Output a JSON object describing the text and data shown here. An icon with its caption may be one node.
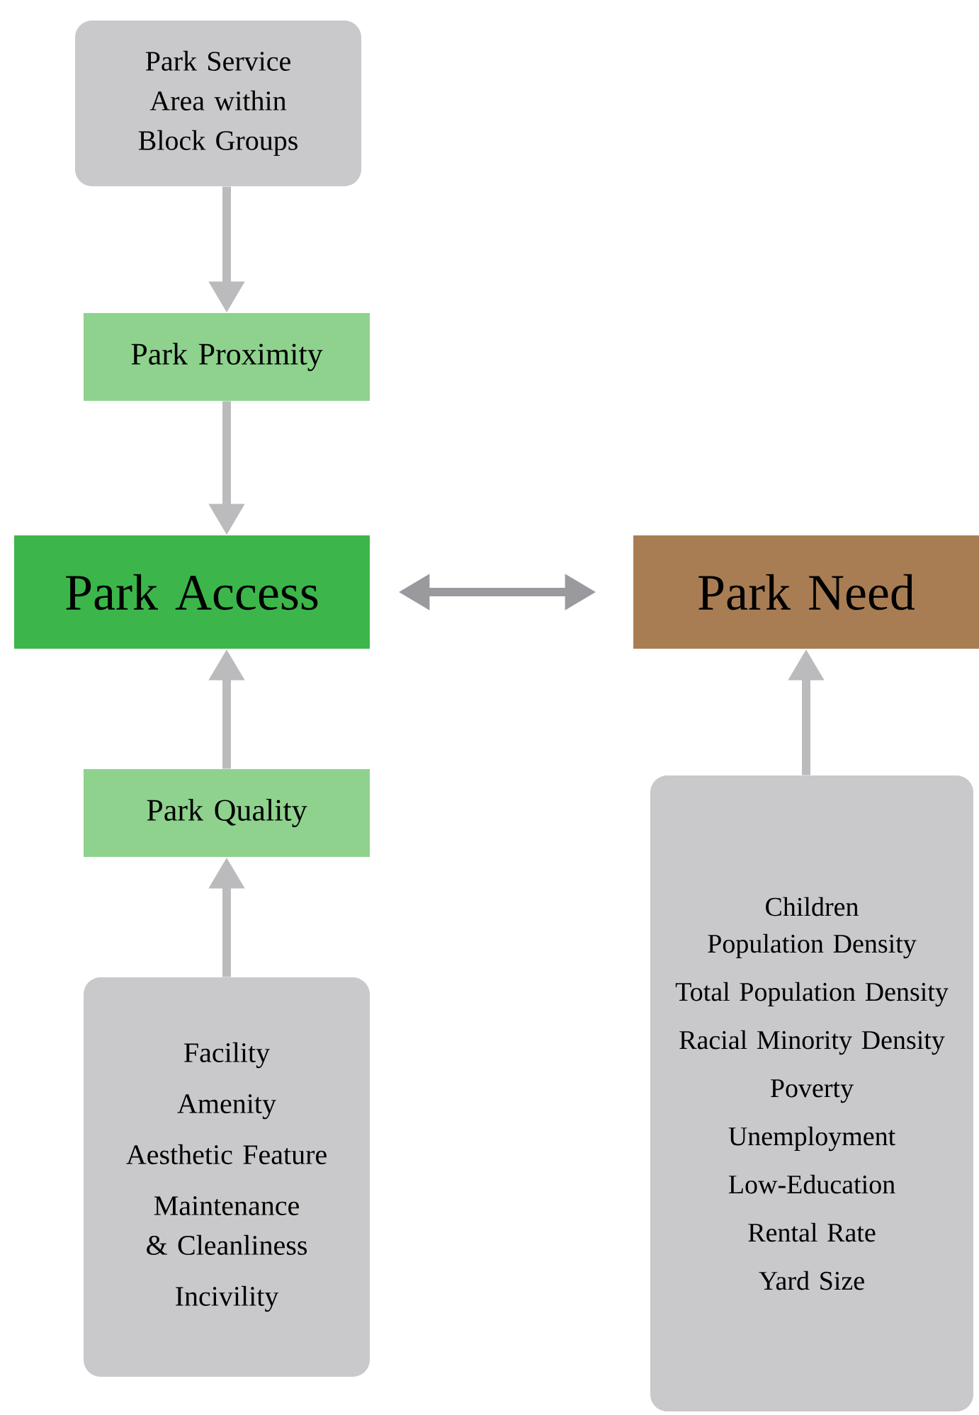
{
  "diagram": {
    "nodes": [
      {
        "text": [
          "Park Service Area within Block Groups"
        ]
      },
      {
        "text": [
          "Park Proximity"
        ]
      },
      {
        "text": [
          "Park Access"
        ]
      },
      {
        "text": [
          "Park Need"
        ]
      },
      {
        "text": [
          "Park Quality"
        ]
      },
      {
        "text": [
          "Facility",
          "Amenity",
          "Aesthetic Feature",
          "Maintenance & Cleanliness",
          "Incivility"
        ]
      },
      {
        "text": [
          "Children Population Density",
          "Total Population Density",
          "Racial Minority Density",
          "Poverty",
          "Unemployment",
          "Low-Education",
          "Rental Rate",
          "Yard Size"
        ]
      }
    ],
    "edges": [
      {
        "from": 0,
        "to": 1,
        "arrow": "to"
      },
      {
        "from": 1,
        "to": 2,
        "arrow": "to"
      },
      {
        "from": 2,
        "to": 3,
        "arrow": "both"
      },
      {
        "from": 4,
        "to": 2,
        "arrow": "to"
      },
      {
        "from": 5,
        "to": 4,
        "arrow": "to"
      },
      {
        "from": 6,
        "to": 3,
        "arrow": "to"
      }
    ]
  }
}
